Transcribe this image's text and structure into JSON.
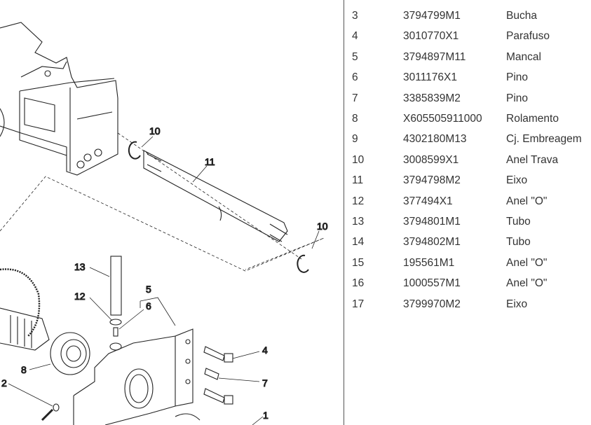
{
  "diagram": {
    "callouts": [
      "10",
      "11",
      "10",
      "13",
      "12",
      "5",
      "6",
      "4",
      "8",
      "7",
      "2",
      "1"
    ]
  },
  "parts": [
    {
      "item": "3",
      "code": "3794799M1",
      "description": "Bucha"
    },
    {
      "item": "4",
      "code": "3010770X1",
      "description": "Parafuso"
    },
    {
      "item": "5",
      "code": "3794897M11",
      "description": "Mancal"
    },
    {
      "item": "6",
      "code": "3011176X1",
      "description": "Pino"
    },
    {
      "item": "7",
      "code": "3385839M2",
      "description": "Pino"
    },
    {
      "item": "8",
      "code": "X605505911000",
      "description": "Rolamento"
    },
    {
      "item": "9",
      "code": "4302180M13",
      "description": "Cj. Embreagem"
    },
    {
      "item": "10",
      "code": "3008599X1",
      "description": "Anel Trava"
    },
    {
      "item": "11",
      "code": "3794798M2",
      "description": "Eixo"
    },
    {
      "item": "12",
      "code": "377494X1",
      "description": "Anel \"O\""
    },
    {
      "item": "13",
      "code": "3794801M1",
      "description": "Tubo"
    },
    {
      "item": "14",
      "code": "3794802M1",
      "description": "Tubo"
    },
    {
      "item": "15",
      "code": "195561M1",
      "description": "Anel \"O\""
    },
    {
      "item": "16",
      "code": "1000557M1",
      "description": "Anel \"O\""
    },
    {
      "item": "17",
      "code": "3799970M2",
      "description": "Eixo"
    }
  ]
}
